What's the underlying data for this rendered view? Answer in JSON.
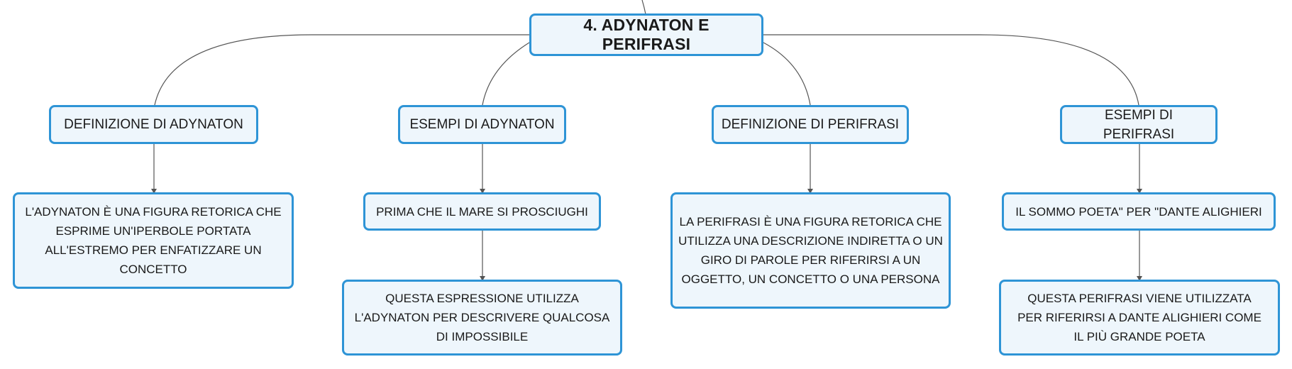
{
  "map": {
    "root": {
      "label": "4. ADYNATON E PERIFRASI"
    },
    "categories": [
      {
        "label": "DEFINIZIONE DI ADYNATON"
      },
      {
        "label": "ESEMPI DI ADYNATON"
      },
      {
        "label": "DEFINIZIONE DI PERIFRASI"
      },
      {
        "label": "ESEMPI DI PERIFRASI"
      }
    ],
    "details": {
      "adynaton_definition": "L'ADYNATON È UNA FIGURA RETORICA CHE ESPRIME UN'IPERBOLE PORTATA ALL'ESTREMO PER ENFATIZZARE UN CONCETTO",
      "adynaton_example": "PRIMA CHE IL MARE SI PROSCIUGHI",
      "adynaton_example_note": "QUESTA ESPRESSIONE UTILIZZA L'ADYNATON PER DESCRIVERE QUALCOSA DI IMPOSSIBILE",
      "perifrasi_definition": "LA PERIFRASI È UNA FIGURA RETORICA CHE UTILIZZA UNA DESCRIZIONE INDIRETTA O UN GIRO DI PAROLE PER RIFERIRSI A UN OGGETTO, UN CONCETTO O UNA PERSONA",
      "perifrasi_example": "IL SOMMO POETA\" PER \"DANTE ALIGHIERI",
      "perifrasi_example_note": "QUESTA PERIFRASI VIENE UTILIZZATA PER RIFERIRSI A DANTE ALIGHIERI COME IL PIÙ GRANDE POETA"
    }
  },
  "colors": {
    "node_border": "#2e94d6",
    "node_fill": "#eef6fc",
    "connector": "#555555",
    "text": "#1a1a1a"
  }
}
